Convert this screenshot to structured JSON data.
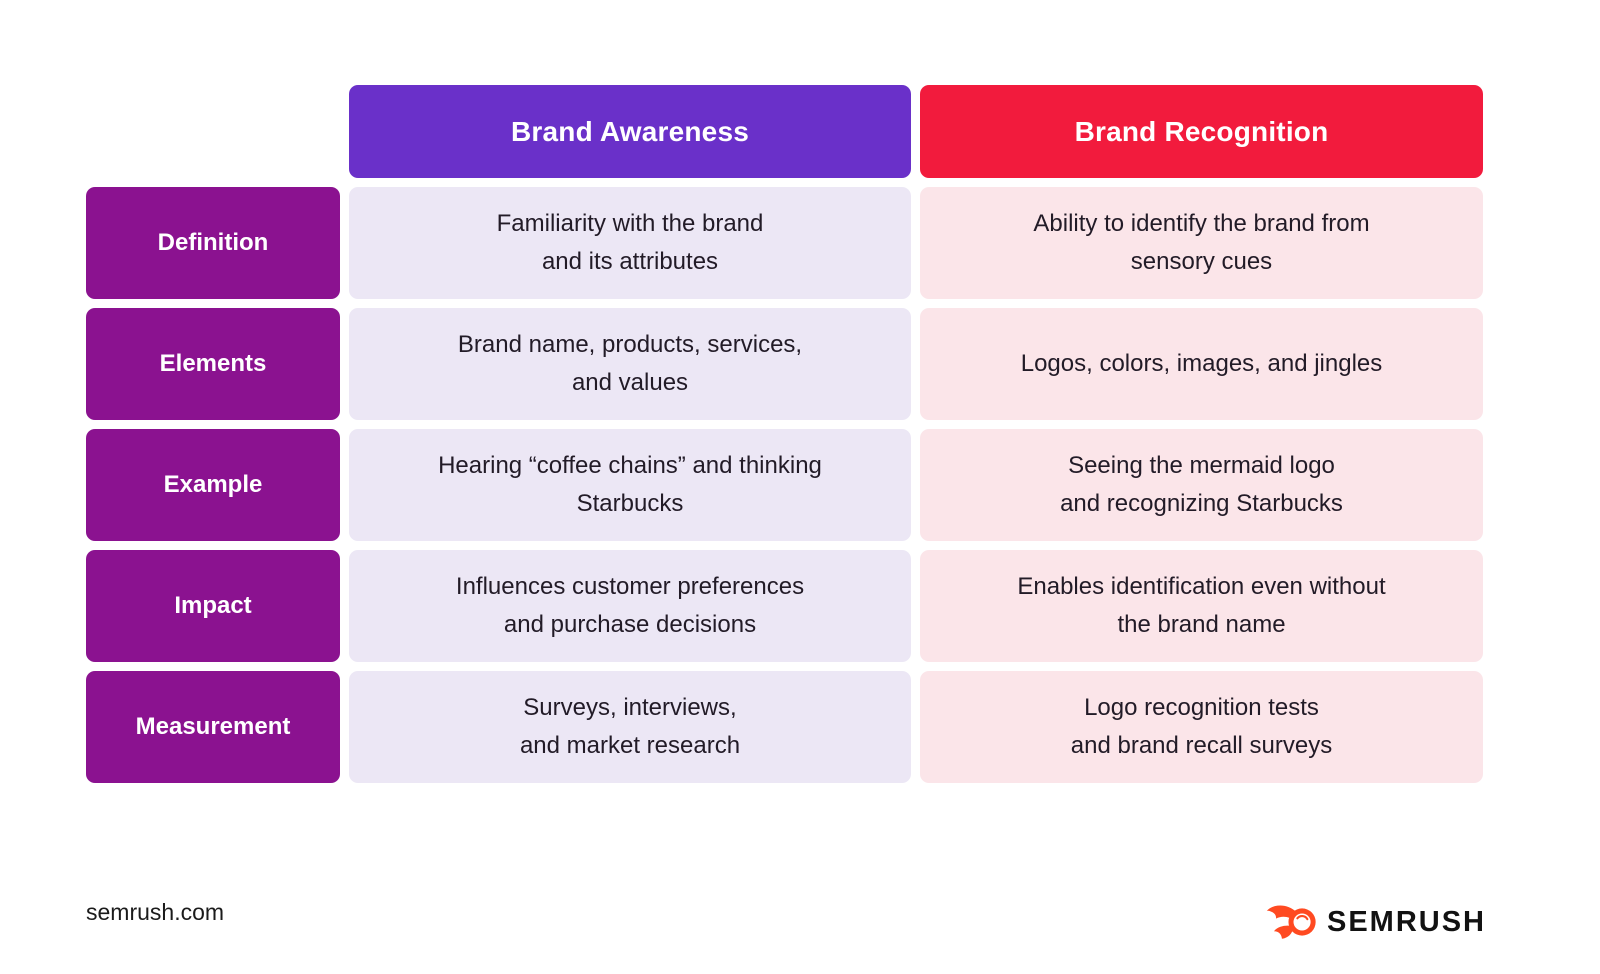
{
  "colors": {
    "background": "#ffffff",
    "awareness_header_bg": "#6a30c9",
    "recognition_header_bg": "#f21b3d",
    "row_label_bg": "#8b1290",
    "awareness_cell_bg": "#ece7f5",
    "recognition_cell_bg": "#fbe5e9",
    "header_text": "#ffffff",
    "cell_text": "#221b27",
    "brand_orange": "#ff4a21",
    "brand_black": "#121212"
  },
  "table": {
    "columns": [
      {
        "label": "Brand Awareness"
      },
      {
        "label": "Brand Recognition"
      }
    ],
    "rows": [
      {
        "label": "Definition",
        "awareness": "Familiarity with the brand\nand its attributes",
        "recognition": "Ability to identify the brand from\nsensory cues"
      },
      {
        "label": "Elements",
        "awareness": "Brand name, products, services,\nand values",
        "recognition": "Logos, colors, images, and jingles"
      },
      {
        "label": "Example",
        "awareness": "Hearing “coffee chains” and thinking\nStarbucks",
        "recognition": "Seeing the mermaid logo\nand recognizing Starbucks"
      },
      {
        "label": "Impact",
        "awareness": "Influences customer preferences\nand purchase decisions",
        "recognition": "Enables identification even without\nthe brand name"
      },
      {
        "label": "Measurement",
        "awareness": "Surveys, interviews,\nand market research",
        "recognition": "Logo recognition tests\nand brand recall surveys"
      }
    ]
  },
  "footer": {
    "site_label": "semrush.com",
    "brand_wordmark": "SEMRUSH",
    "brand_icon": "semrush-flame-icon"
  },
  "chart_data": {
    "type": "table",
    "title": "Brand Awareness vs Brand Recognition",
    "columns": [
      "",
      "Brand Awareness",
      "Brand Recognition"
    ],
    "rows": [
      [
        "Definition",
        "Familiarity with the brand and its attributes",
        "Ability to identify the brand from sensory cues"
      ],
      [
        "Elements",
        "Brand name, products, services, and values",
        "Logos, colors, images, and jingles"
      ],
      [
        "Example",
        "Hearing “coffee chains” and thinking Starbucks",
        "Seeing the mermaid logo and recognizing Starbucks"
      ],
      [
        "Impact",
        "Influences customer preferences and purchase decisions",
        "Enables identification even without the brand name"
      ],
      [
        "Measurement",
        "Surveys, interviews, and market research",
        "Logo recognition tests and brand recall surveys"
      ]
    ]
  }
}
